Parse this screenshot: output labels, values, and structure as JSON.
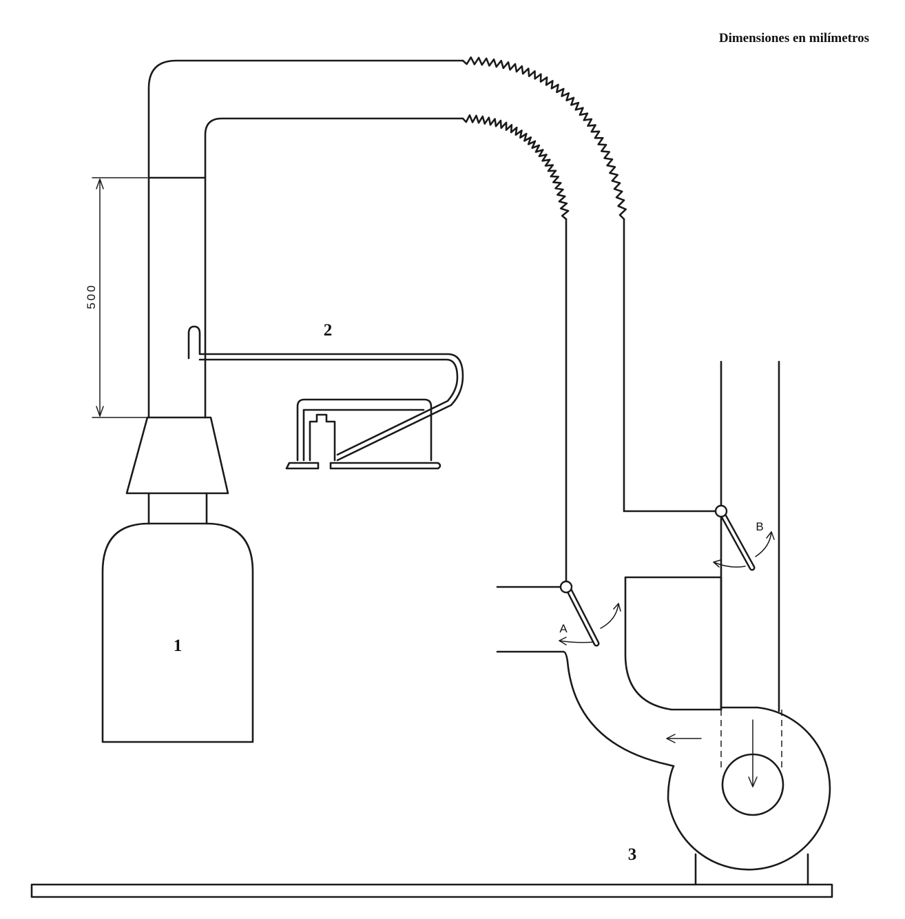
{
  "header": {
    "note": "Dimensiones en milímetros"
  },
  "labels": {
    "item1": "1",
    "item2": "2",
    "item3": "3",
    "dimension": "500",
    "damperA": "A",
    "damperB": "B"
  }
}
